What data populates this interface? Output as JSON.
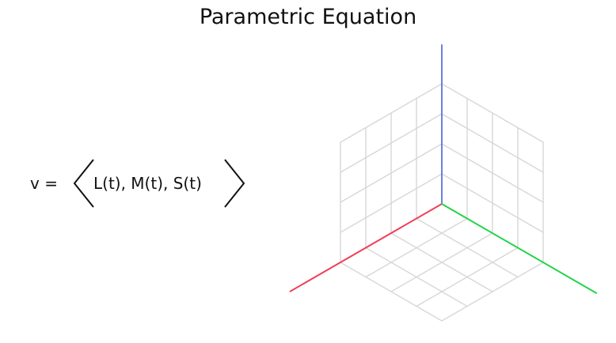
{
  "title": "Parametric Equation",
  "equation": {
    "lhs": "v  =",
    "components": "L(t),  M(t),  S(t)"
  },
  "axes": {
    "colors": {
      "vertical": "#6b80e0",
      "left": "#f0405a",
      "right": "#22d44a",
      "grid": "#d7d7d7"
    },
    "grid_cells": 4
  }
}
